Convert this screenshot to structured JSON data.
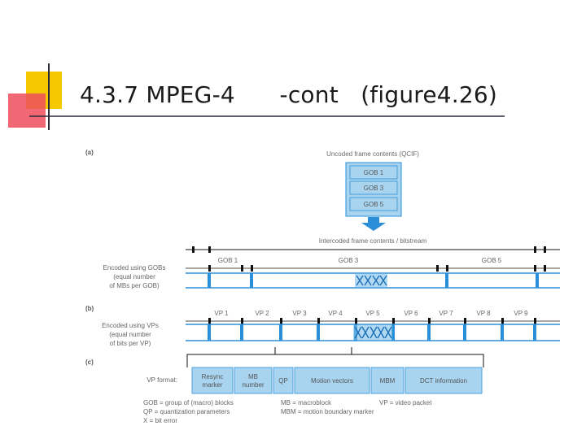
{
  "slide": {
    "title_part1": "4.3.7 MPEG-4",
    "title_part2": "-cont",
    "title_part3": "(figure4.26)"
  },
  "figure": {
    "panel_a": "(a)",
    "panel_b": "(b)",
    "panel_c": "(c)",
    "uncoded_label": "Uncoded frame contents (QCIF)",
    "gob_boxes": [
      "GOB 1",
      "GOB 3",
      "GOB 5"
    ],
    "intercoded_label": "Intercoded frame contents / bitstream",
    "gob_row_labels": [
      "GOB 1",
      "GOB 3",
      "GOB 5"
    ],
    "gob_encode_label": [
      "Encoded using GOBs",
      "(equal number",
      "of MBs per GOB)"
    ],
    "vp_labels": [
      "VP 1",
      "VP 2",
      "VP 3",
      "VP 4",
      "VP 5",
      "VP 6",
      "VP 7",
      "VP 8",
      "VP 9"
    ],
    "vp_encode_label": [
      "Encoded using VPs",
      "(equal number",
      "of bits per VP)"
    ],
    "vp_format_label": "VP format:",
    "vp_fields": [
      {
        "line1": "Resync",
        "line2": "marker"
      },
      {
        "line1": "MB",
        "line2": "number"
      },
      {
        "line1": "QP",
        "line2": ""
      },
      {
        "line1": "Motion vectors",
        "line2": ""
      },
      {
        "line1": "MBM",
        "line2": ""
      },
      {
        "line1": "DCT information",
        "line2": ""
      }
    ],
    "legend": [
      "GOB = group of (macro) blocks",
      "QP = quantization parameters",
      "X = bit error",
      "MB = macroblock",
      "MBM = motion boundary marker",
      "VP = video packet"
    ]
  },
  "colors": {
    "accent_yellow": "#f5c800",
    "accent_red": "#e8394a",
    "diagram_blue": "#2a8fd8",
    "box_fill": "#a9d4f0"
  }
}
